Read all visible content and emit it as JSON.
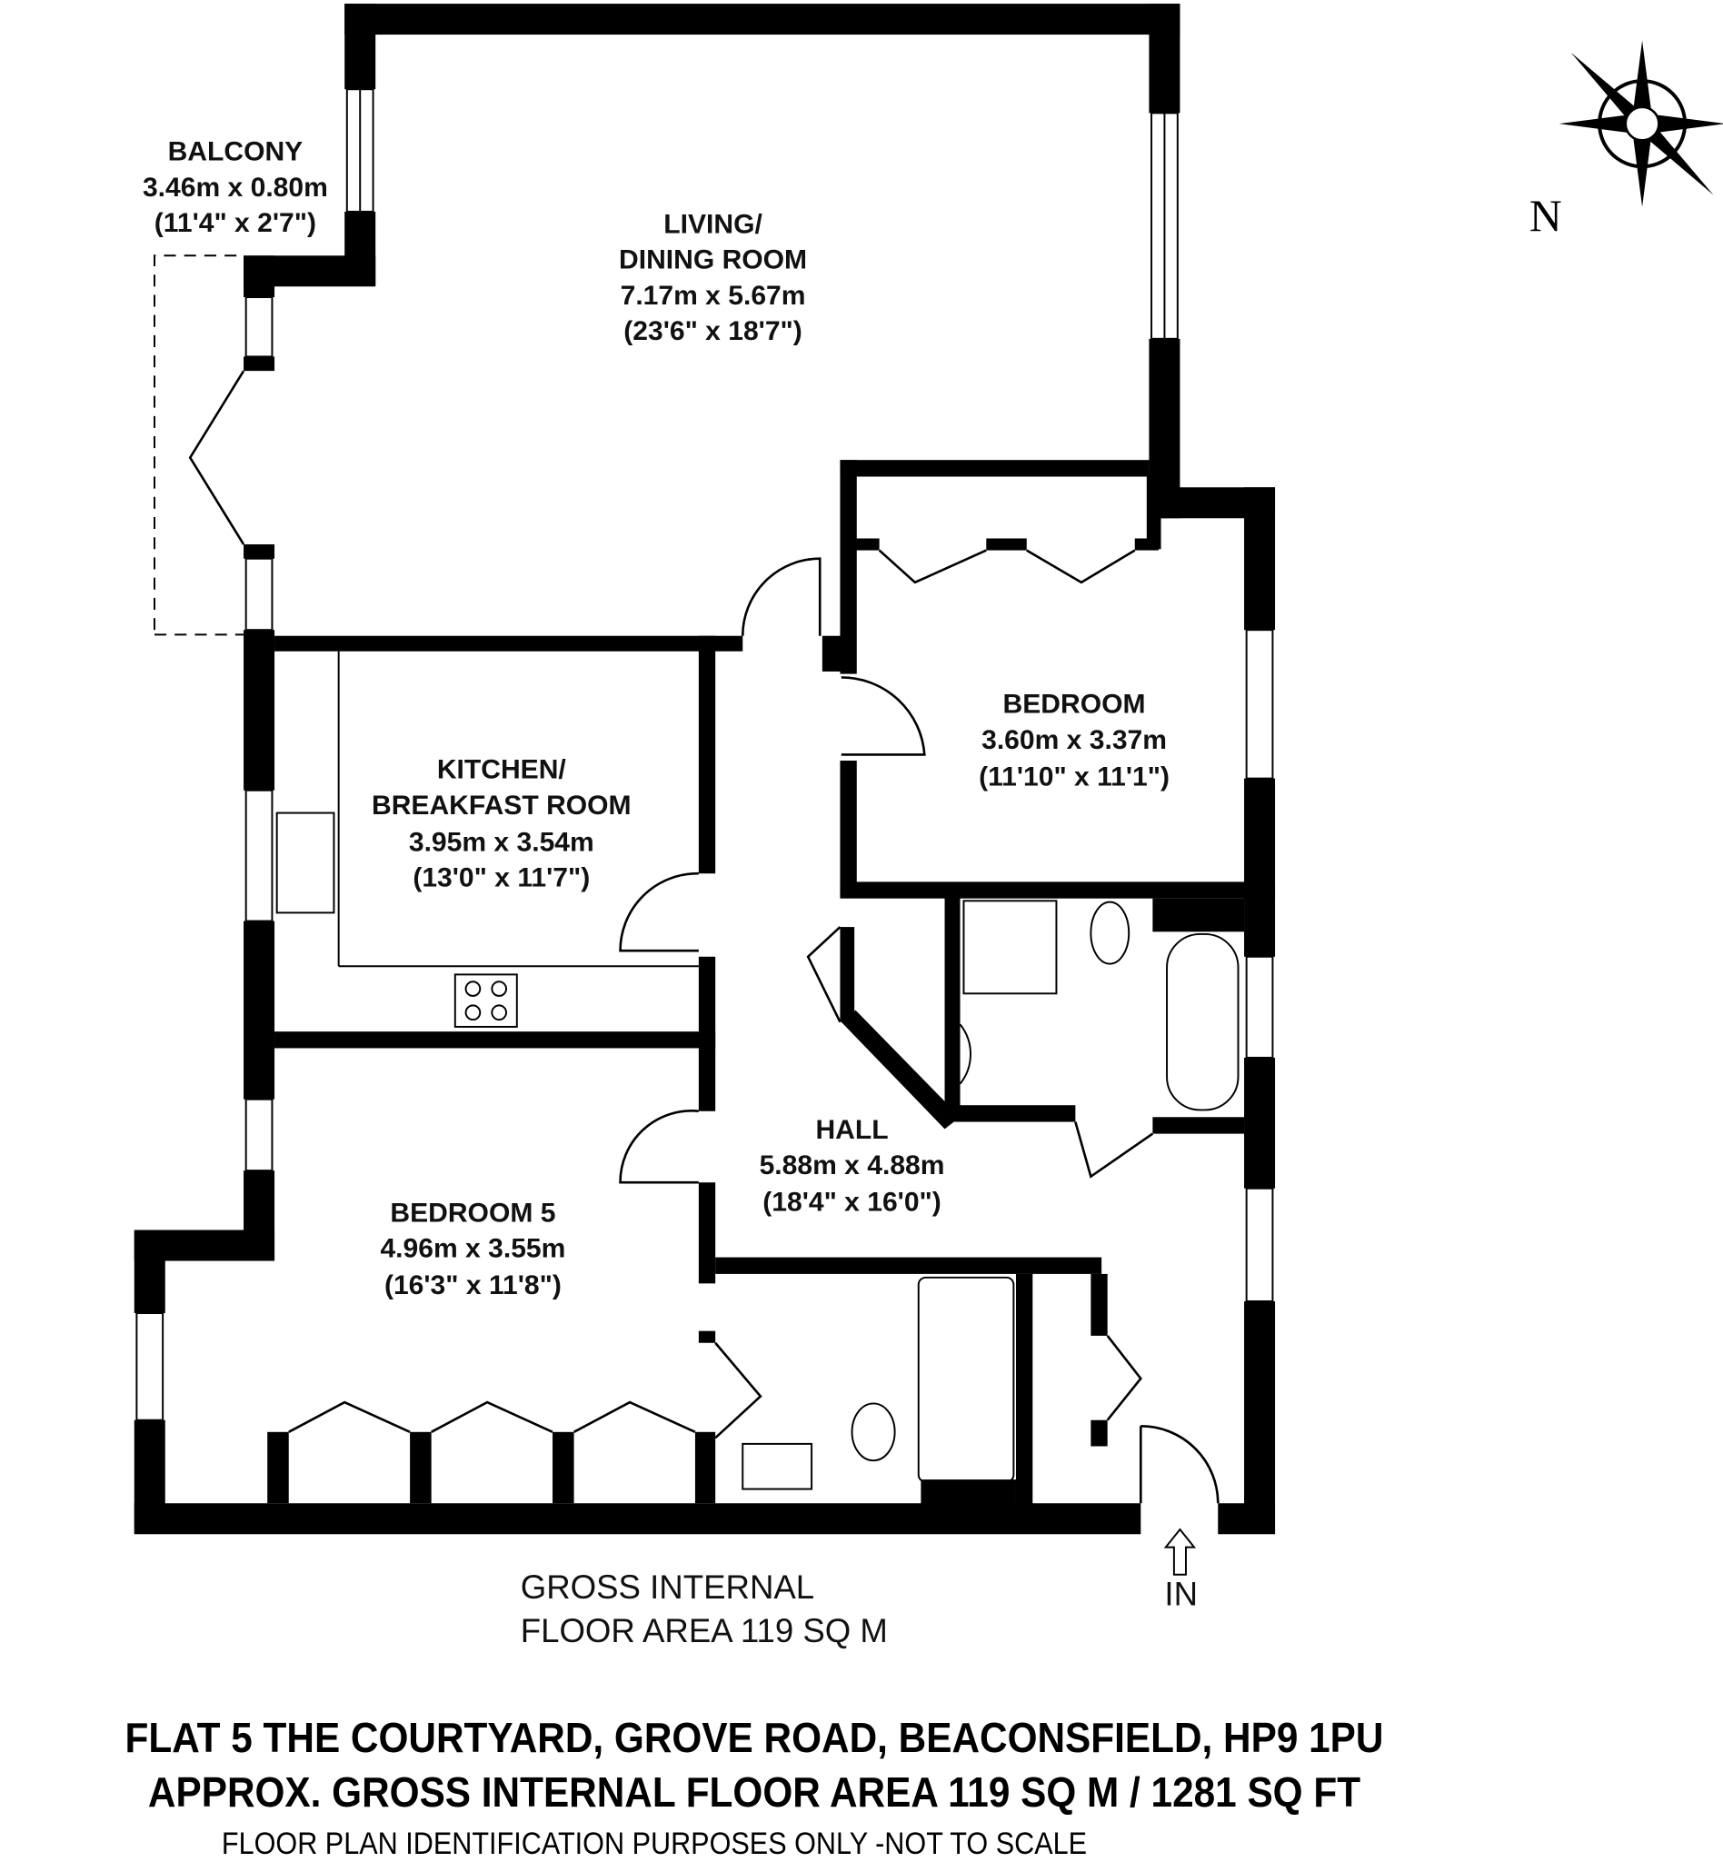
{
  "rooms": {
    "balcony": {
      "name": "BALCONY",
      "metric": "3.46m x 0.80m",
      "imperial": "(11'4\" x 2'7\")"
    },
    "living": {
      "name1": "LIVING/",
      "name2": "DINING ROOM",
      "metric": "7.17m x 5.67m",
      "imperial": "(23'6\" x 18'7\")"
    },
    "kitchen": {
      "name1": "KITCHEN/",
      "name2": "BREAKFAST ROOM",
      "metric": "3.95m x 3.54m",
      "imperial": "(13'0\" x 11'7\")"
    },
    "bedroom": {
      "name": "BEDROOM",
      "metric": "3.60m x 3.37m",
      "imperial": "(11'10\" x 11'1\")"
    },
    "hall": {
      "name": "HALL",
      "metric": "5.88m x 4.88m",
      "imperial": "(18'4\" x 16'0\")"
    },
    "bedroom5": {
      "name": "BEDROOM 5",
      "metric": "4.96m x 3.55m",
      "imperial": "(16'3\" x 11'8\")"
    }
  },
  "gross_area": {
    "line1": "GROSS INTERNAL",
    "line2": "FLOOR AREA 119 SQ M"
  },
  "entrance_label": "IN",
  "compass_label": "N",
  "footer": {
    "address": "FLAT 5 THE COURTYARD, GROVE ROAD, BEACONSFIELD, HP9 1PU",
    "area": "APPROX. GROSS INTERNAL FLOOR AREA 119 SQ M / 1281 SQ FT",
    "disclaimer": "FLOOR PLAN IDENTIFICATION PURPOSES ONLY -NOT TO SCALE"
  },
  "colors": {
    "wall": "#000000",
    "background": "#ffffff"
  }
}
